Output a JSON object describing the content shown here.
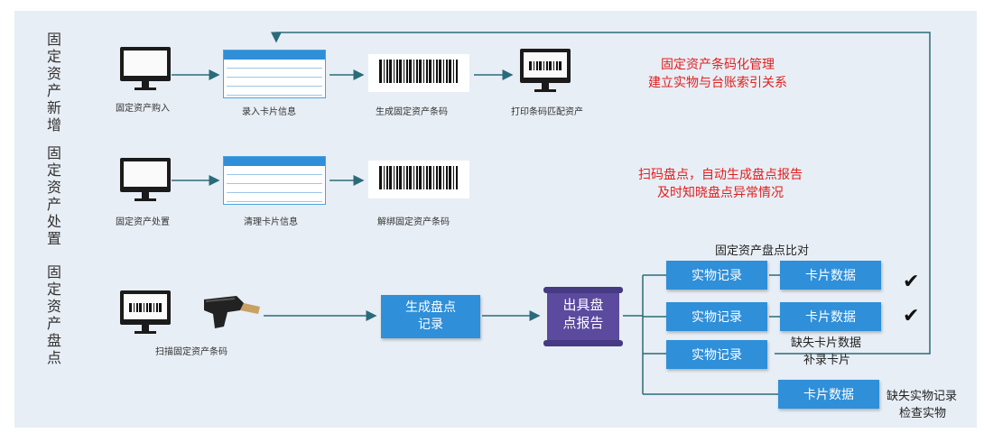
{
  "section_labels": {
    "add": "固定资产新增",
    "dispose": "固定资产处置",
    "inventory": "固定资产盘点"
  },
  "row1": {
    "purchase": "固定资产购入",
    "enter_card": "录入卡片信息",
    "generate_barcode": "生成固定资产条码",
    "print_barcode": "打印条码匹配资产",
    "red_note_line1": "固定资产条码化管理",
    "red_note_line2": "建立实物与台账索引关系"
  },
  "row2": {
    "dispose": "固定资产处置",
    "clear_card": "清理卡片信息",
    "unbind_barcode": "解绑固定资产条码",
    "red_note_line1": "扫码盘点，自动生成盘点报告",
    "red_note_line2": "及时知晓盘点异常情况"
  },
  "row3": {
    "scan": "扫描固定资产条码",
    "generate_record_line1": "生成盘点",
    "generate_record_line2": "记录",
    "report_line1": "出具盘",
    "report_line2": "点报告",
    "compare_title": "固定资产盘点比对",
    "physical_record": "实物记录",
    "card_data": "卡片数据",
    "missing_card_line1": "缺失卡片数据",
    "missing_card_line2": "补录卡片",
    "missing_physical_line1": "缺失实物记录",
    "missing_physical_line2": "检查实物",
    "check_mark": "✔"
  },
  "colors": {
    "panel_bg": "#e8eef5",
    "box_blue": "#2f8fd8",
    "report_purple": "#5b4a9e",
    "red_text": "#e02020",
    "line_teal": "#2a6b7a"
  }
}
